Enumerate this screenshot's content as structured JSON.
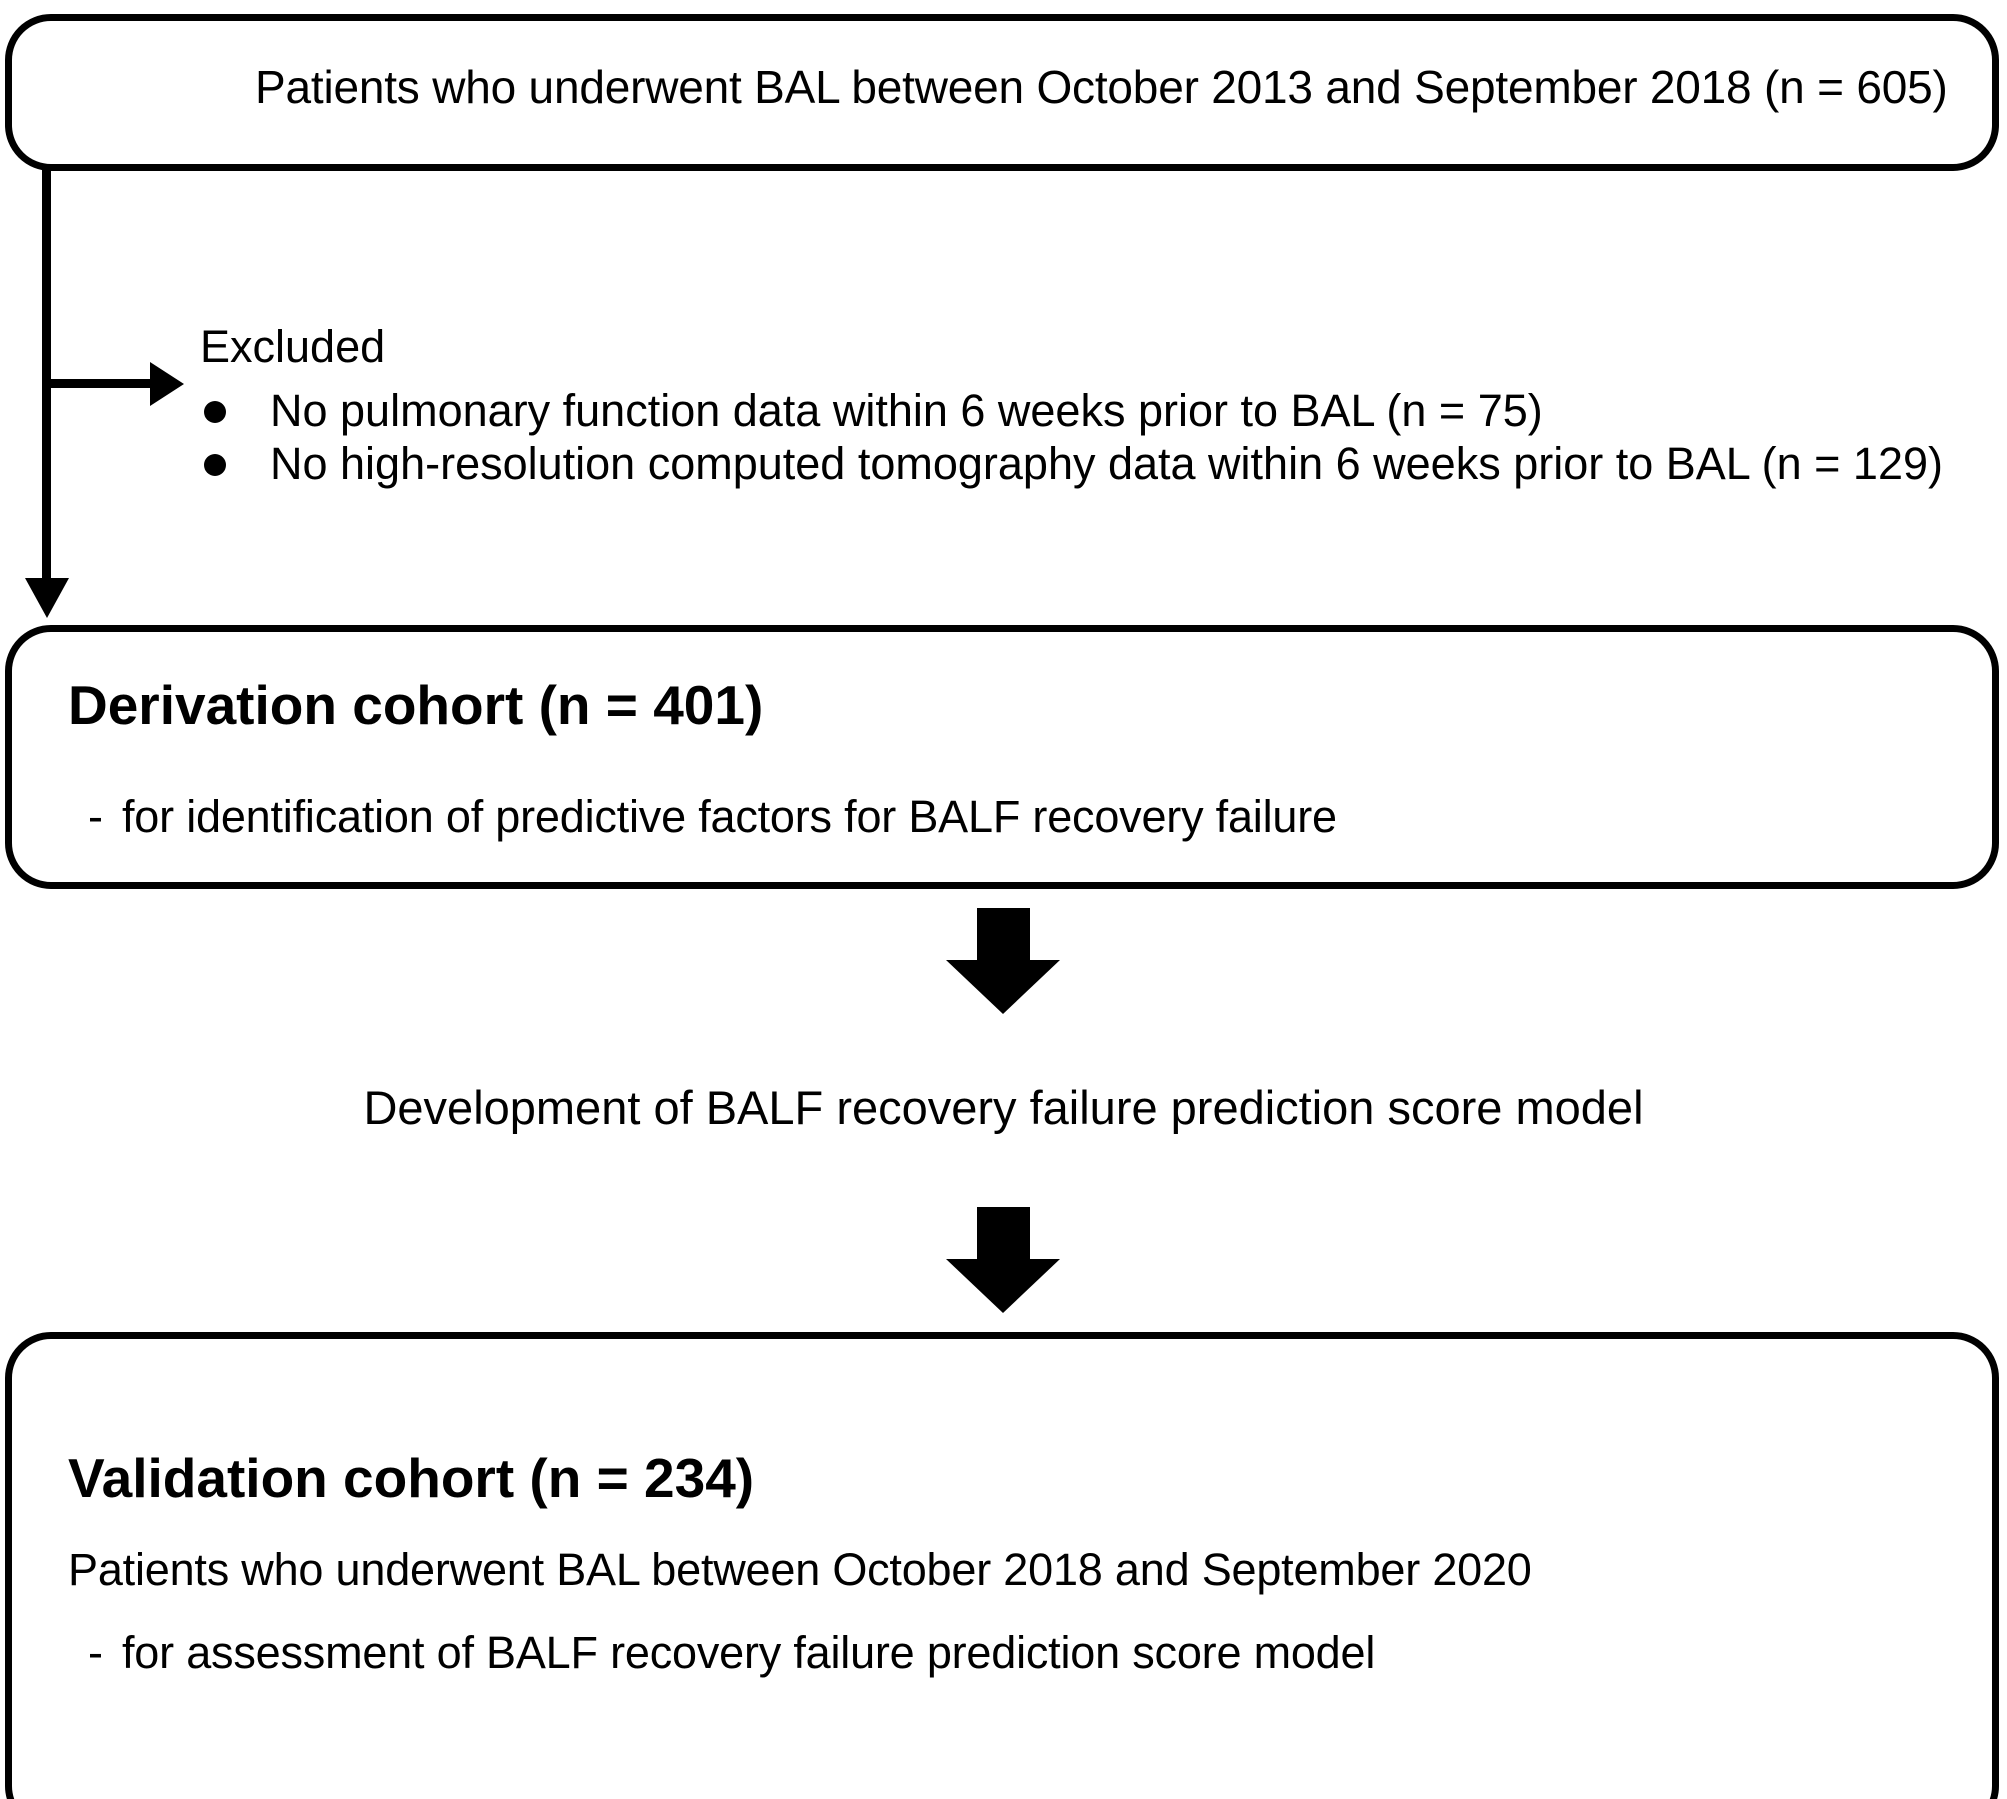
{
  "diagram": {
    "title": "BALF recovery failure prediction study flow diagram",
    "stroke_color": "#000000",
    "background_color": "#ffffff"
  },
  "enrollment_box": {
    "name": "enrollment",
    "line": "Patients who underwent BAL between October 2013 and September 2018 (n = 605)"
  },
  "exclusion": {
    "heading": "Excluded",
    "items": [
      "No pulmonary function data within 6 weeks prior to BAL (n = 75)",
      "No high-resolution computed tomography data within 6 weeks prior to BAL (n = 129)"
    ]
  },
  "derivation_box": {
    "name": "derivation-cohort",
    "title": "Derivation cohort (n = 401)",
    "dash": "-",
    "detail": "for identification of predictive factors for BALF recovery failure"
  },
  "development_step": {
    "caption": "Development of BALF recovery failure prediction score model"
  },
  "validation_box": {
    "name": "validation-cohort",
    "title": "Validation cohort (n = 234)",
    "subtitle": "Patients who underwent BAL between October 2018 and September 2020",
    "dash": "-",
    "detail": "for assessment of BALF recovery failure prediction score model"
  },
  "flow_data": {
    "type": "flowchart",
    "nodes": [
      {
        "id": "enrollment",
        "label": "Patients who underwent BAL between October 2013 and September 2018",
        "n": 605
      },
      {
        "id": "excluded-pft",
        "label": "No pulmonary function data within 6 weeks prior to BAL",
        "n": 75
      },
      {
        "id": "excluded-hrct",
        "label": "No high-resolution computed tomography data within 6 weeks prior to BAL",
        "n": 129
      },
      {
        "id": "derivation",
        "label": "Derivation cohort",
        "n": 401
      },
      {
        "id": "development",
        "label": "Development of BALF recovery failure prediction score model",
        "n": null
      },
      {
        "id": "validation",
        "label": "Validation cohort",
        "n": 234
      }
    ],
    "edges": [
      {
        "from": "enrollment",
        "to": "excluded-pft",
        "style": "thin-arrow"
      },
      {
        "from": "enrollment",
        "to": "excluded-hrct",
        "style": "thin-arrow"
      },
      {
        "from": "enrollment",
        "to": "derivation",
        "style": "thin-arrow"
      },
      {
        "from": "derivation",
        "to": "development",
        "style": "block-arrow"
      },
      {
        "from": "development",
        "to": "validation",
        "style": "block-arrow"
      }
    ]
  }
}
